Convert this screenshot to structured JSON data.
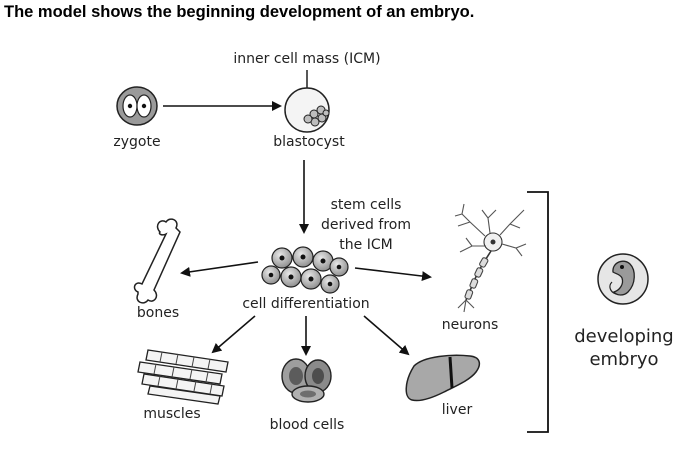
{
  "title": "The model shows the beginning development of an embryo.",
  "labels": {
    "icm": "inner cell mass (ICM)",
    "zygote": "zygote",
    "blastocyst": "blastocyst",
    "stem_line1": "stem cells",
    "stem_line2": "derived from",
    "stem_line3": "the ICM",
    "differentiation": "cell differentiation",
    "bones": "bones",
    "neurons": "neurons",
    "muscles": "muscles",
    "blood_cells": "blood cells",
    "liver": "liver",
    "embryo_line1": "developing",
    "embryo_line2": "embryo"
  }
}
